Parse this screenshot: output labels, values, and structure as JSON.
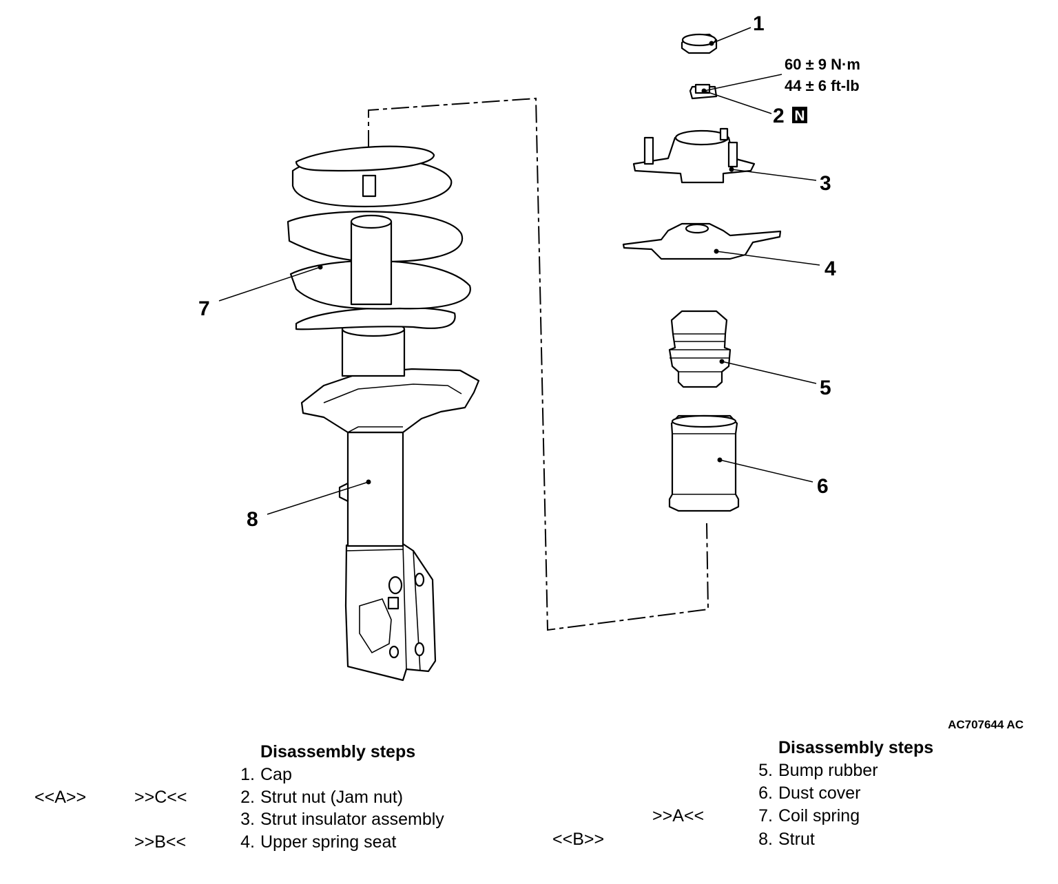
{
  "figure_id": "AC707644 AC",
  "torque": {
    "line1": "60 ± 9 N·m",
    "line2": "44 ± 6 ft-lb"
  },
  "callouts": [
    "1",
    "2",
    "3",
    "4",
    "5",
    "6",
    "7",
    "8"
  ],
  "new_part_badge": "N",
  "left_steps": {
    "heading": "Disassembly steps",
    "items": [
      {
        "num": "1.",
        "label": "Cap",
        "mark1": "",
        "mark2": ""
      },
      {
        "num": "2.",
        "label": "Strut nut (Jam nut)",
        "mark1": "<<A>>",
        "mark2": ">>C<<"
      },
      {
        "num": "3.",
        "label": "Strut insulator assembly",
        "mark1": "",
        "mark2": ""
      },
      {
        "num": "4.",
        "label": "Upper spring seat",
        "mark1": "",
        "mark2": ">>B<<"
      }
    ]
  },
  "right_steps": {
    "heading": "Disassembly steps",
    "items": [
      {
        "num": "5.",
        "label": "Bump rubber",
        "mark1": "",
        "mark2": ""
      },
      {
        "num": "6.",
        "label": "Dust cover",
        "mark1": "",
        "mark2": ""
      },
      {
        "num": "7.",
        "label": "Coil spring",
        "mark1": "",
        "mark2": ">>A<<"
      },
      {
        "num": "8.",
        "label": "Strut",
        "mark1": "<<B>>",
        "mark2": ""
      }
    ]
  }
}
